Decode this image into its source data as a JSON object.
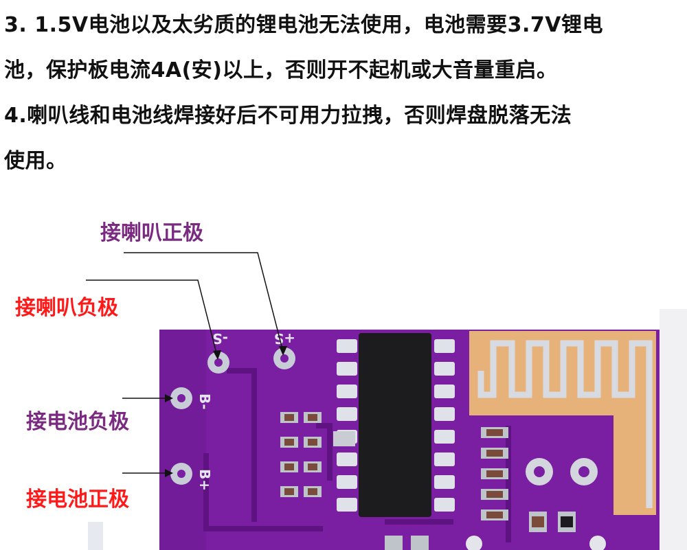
{
  "notes": {
    "lines": [
      "3. 1.5V电池以及太劣质的锂电池无法使用，电池需要3.7V锂电",
      "池，保护板电流4A(安)以上，否则开不起机或大音量重启。",
      "4.喇叭线和电池线焊接好后不可用力拉拽，否则焊盘脱落无法",
      "使用。"
    ]
  },
  "callouts": {
    "speaker_positive": "接喇叭正极",
    "speaker_negative": "接喇叭负极",
    "battery_negative": "接电池负极",
    "battery_positive": "接电池正极"
  },
  "pcb_silkscreen": {
    "s_minus": "-S",
    "s_plus": "+S",
    "b_minus": "B-",
    "b_plus": "B+"
  },
  "colors": {
    "pcb": "#7b1fa2",
    "label_red": "#ff1a1a",
    "label_purple": "#7a2a80"
  }
}
